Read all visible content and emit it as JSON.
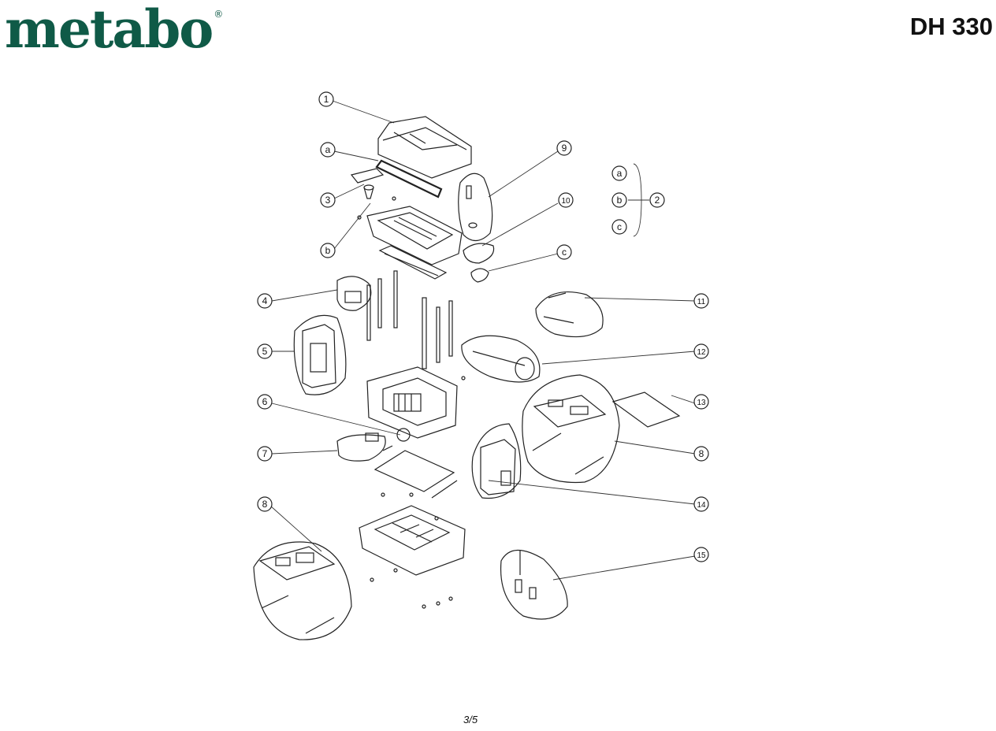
{
  "header": {
    "brand": "metabo",
    "registered": "®",
    "model": "DH 330"
  },
  "diagram": {
    "labels": {
      "n1": "1",
      "n2": "2",
      "n3": "3",
      "n4": "4",
      "n5": "5",
      "n6": "6",
      "n7": "7",
      "n8a": "8",
      "n8b": "8",
      "n9": "9",
      "n10": "10",
      "n11": "11",
      "n12": "12",
      "n13": "13",
      "n14": "14",
      "n15": "15",
      "a1": "a",
      "a2": "a",
      "b1": "b",
      "b2": "b",
      "c1": "c",
      "c2": "c"
    },
    "colors": {
      "line": "#222222",
      "brand": "#0f5a47"
    }
  },
  "footer": {
    "page": "3/5"
  }
}
